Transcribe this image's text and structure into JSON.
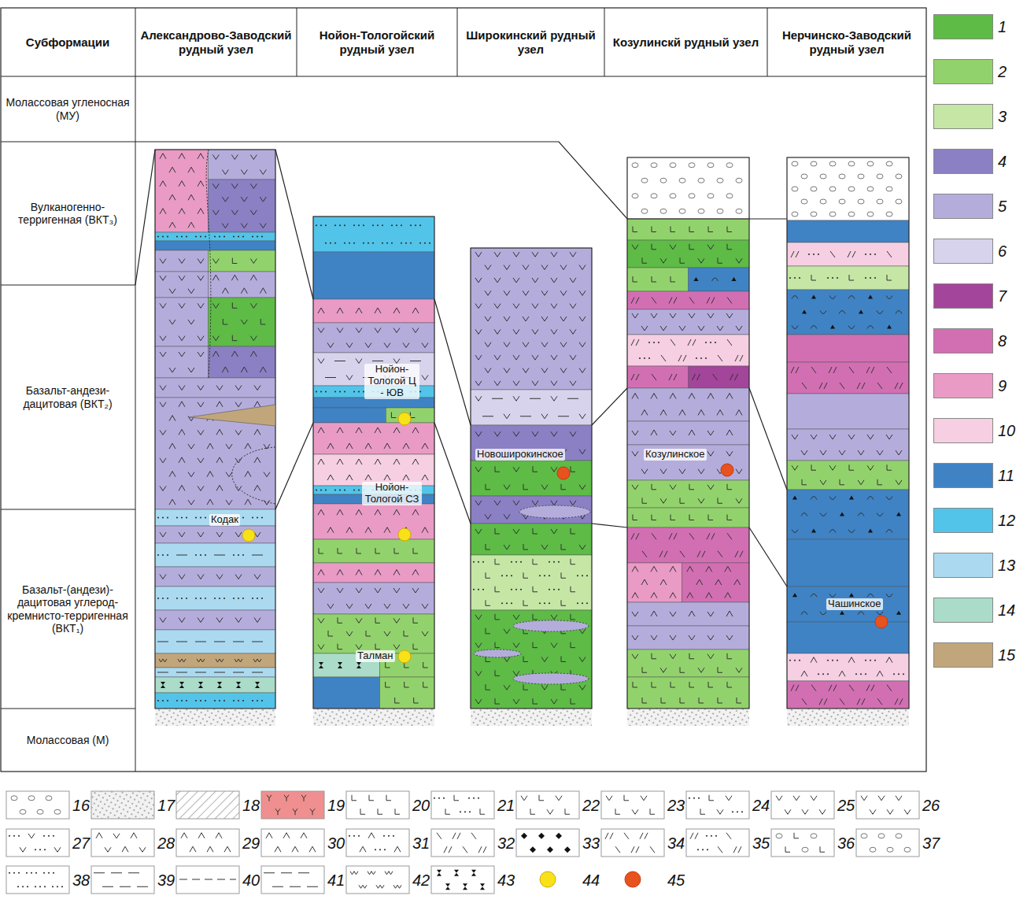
{
  "diagram": {
    "nodes": [
      {
        "text": [
          "Субформации"
        ]
      },
      {
        "text": [
          "Александрово-Заводский рудный узел"
        ]
      },
      {
        "text": [
          "Нойон-Тологойский рудный узел"
        ]
      },
      {
        "text": [
          "Широкинский рудный узел"
        ]
      },
      {
        "text": [
          "Козулинскй рудный узел"
        ]
      },
      {
        "text": [
          "Нерчинско-Заводский рудный узел"
        ]
      },
      {
        "text": [
          "Молассовая угленосная (МУ)"
        ]
      },
      {
        "text": [
          "Вулканогенно-терригенная (ВКТ₃)"
        ]
      },
      {
        "text": [
          "Базальт-андези-дацитовая (ВКТ₂)"
        ]
      },
      {
        "text": [
          "Базальт-(андези)-дацитовая углерод-кремнисто-терригенная (ВКТ₁)"
        ]
      },
      {
        "text": [
          "Молассовая (М)"
        ]
      }
    ],
    "labels": [
      "Нойон-Тологой Ц - ЮВ",
      "Новоширокинское",
      "Козулинское",
      "Нойон-Тологой СЗ",
      "Кодак",
      "Талман",
      "Чашинское"
    ],
    "legend": [
      {
        "text": "1",
        "color": "#5dbb46"
      },
      {
        "text": "2",
        "color": "#92d26c"
      },
      {
        "text": "3",
        "color": "#c6e6a6"
      },
      {
        "text": "4",
        "color": "#8a80c3"
      },
      {
        "text": "5",
        "color": "#b4addc"
      },
      {
        "text": "6",
        "color": "#d7d3ed"
      },
      {
        "text": "7",
        "color": "#a3459a"
      },
      {
        "text": "8",
        "color": "#d26fb3"
      },
      {
        "text": "9",
        "color": "#e99bc5"
      },
      {
        "text": "10",
        "color": "#f6cfe2"
      },
      {
        "text": "11",
        "color": "#3f83c5"
      },
      {
        "text": "12",
        "color": "#52c4e9"
      },
      {
        "text": "13",
        "color": "#abdaf0"
      },
      {
        "text": "14",
        "color": "#aadcc9"
      },
      {
        "text": "15",
        "color": "#c2a67b"
      },
      {
        "text": "16"
      },
      {
        "text": "17"
      },
      {
        "text": "18"
      },
      {
        "text": "19"
      },
      {
        "text": "20"
      },
      {
        "text": "21"
      },
      {
        "text": "22"
      },
      {
        "text": "23"
      },
      {
        "text": "24"
      },
      {
        "text": "25"
      },
      {
        "text": "26"
      },
      {
        "text": "27"
      },
      {
        "text": "28"
      },
      {
        "text": "29"
      },
      {
        "text": "30"
      },
      {
        "text": "31"
      },
      {
        "text": "32"
      },
      {
        "text": "33"
      },
      {
        "text": "34"
      },
      {
        "text": "35"
      },
      {
        "text": "36"
      },
      {
        "text": "37"
      },
      {
        "text": "38"
      },
      {
        "text": "39"
      },
      {
        "text": "40"
      },
      {
        "text": "41"
      },
      {
        "text": "42"
      },
      {
        "text": "43"
      },
      {
        "text": "44"
      },
      {
        "text": "45"
      }
    ]
  }
}
